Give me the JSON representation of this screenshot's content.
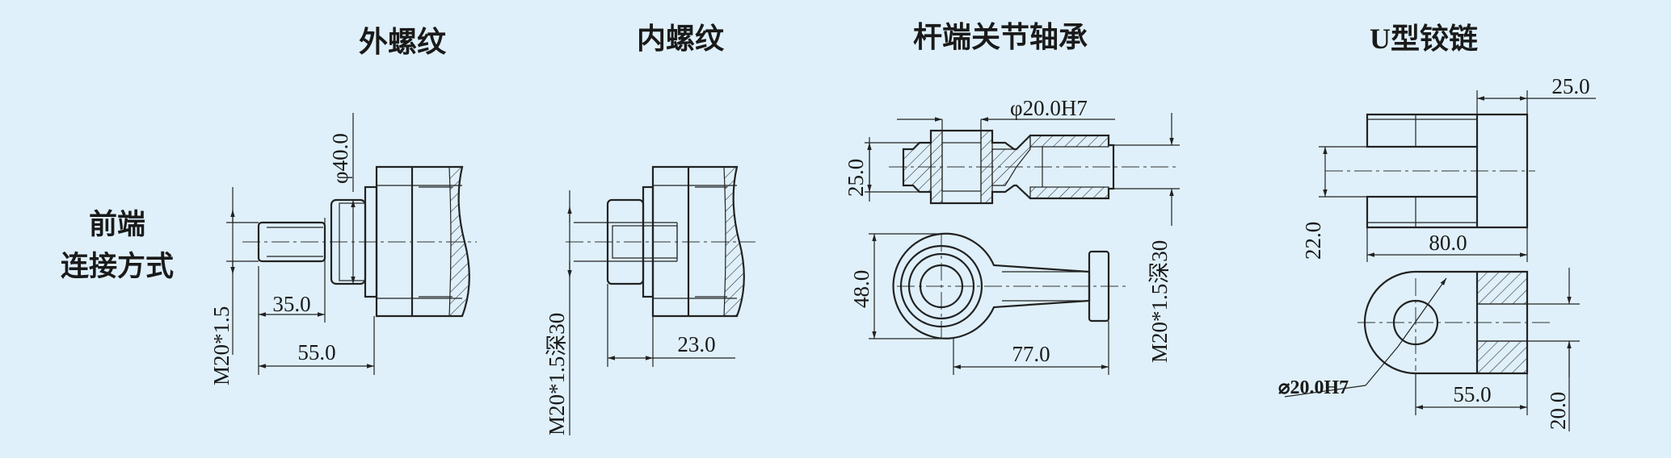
{
  "titles": {
    "external_thread": "外螺纹",
    "internal_thread": "内螺纹",
    "rod_end_bearing": "杆端关节轴承",
    "u_hinge": "U型铰链"
  },
  "row_label": {
    "line1": "前端",
    "line2": "连接方式"
  },
  "external_thread": {
    "dia": "φ40.0",
    "len_a": "35.0",
    "len_b": "55.0",
    "thread": "M20*1.5"
  },
  "internal_thread": {
    "len": "23.0",
    "thread": "M20*1.5深30"
  },
  "rod_end_bearing": {
    "bore": "φ20.0H7",
    "width": "25.0",
    "height": "48.0",
    "length": "77.0",
    "thread": "M20*1.5深30"
  },
  "u_hinge": {
    "slot": "25.0",
    "gap": "22.0",
    "length": "80.0",
    "pin": "⌀20.0H7",
    "len_b": "55.0",
    "thick": "20.0"
  }
}
